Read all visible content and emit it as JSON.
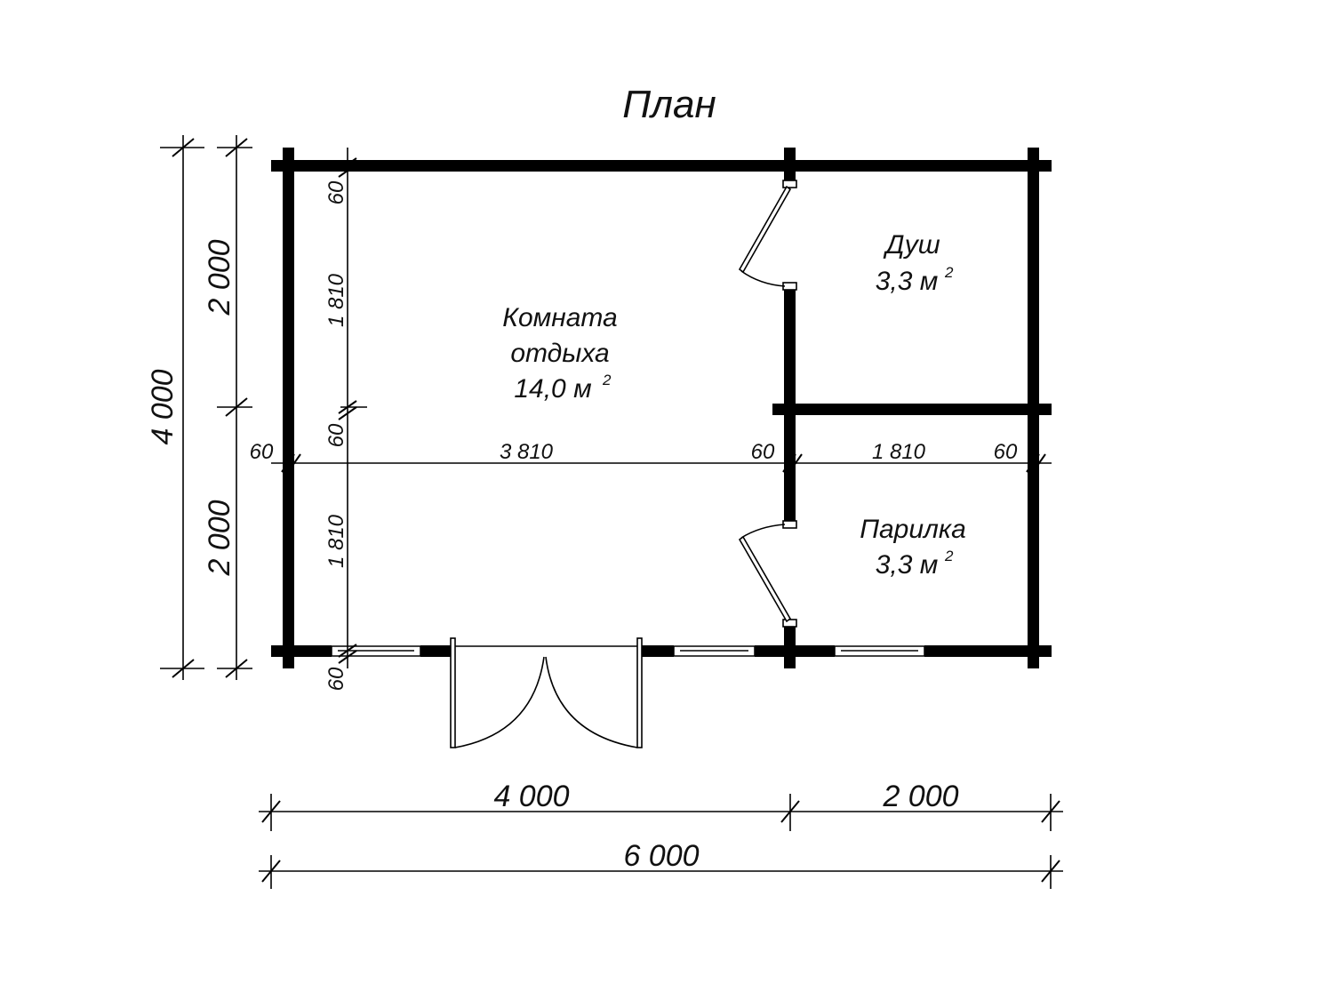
{
  "title": "План",
  "rooms": {
    "rest_room": {
      "name_line1": "Комната",
      "name_line2": "отдыха",
      "area": "14,0 м",
      "area_sup": "2"
    },
    "shower": {
      "name": "Душ",
      "area": "3,3 м",
      "area_sup": "2"
    },
    "steam_room": {
      "name": "Парилка",
      "area": "3,3 м",
      "area_sup": "2"
    }
  },
  "dimensions": {
    "bottom_left": "4 000",
    "bottom_right": "2 000",
    "bottom_total": "6 000",
    "left_total": "4 000",
    "left_top": "2 000",
    "left_bottom": "2 000",
    "inner_top_wall": "60",
    "inner_upper_clear": "1 810",
    "inner_mid_wall": "60",
    "inner_lower_clear": "1 810",
    "inner_bottom_wall": "60",
    "h_left_wall": "60",
    "h_room_clear": "3 810",
    "h_mid_wall": "60",
    "h_small_clear": "1 810",
    "h_right_wall": "60"
  },
  "colors": {
    "ink": "#000000",
    "background": "#ffffff"
  }
}
